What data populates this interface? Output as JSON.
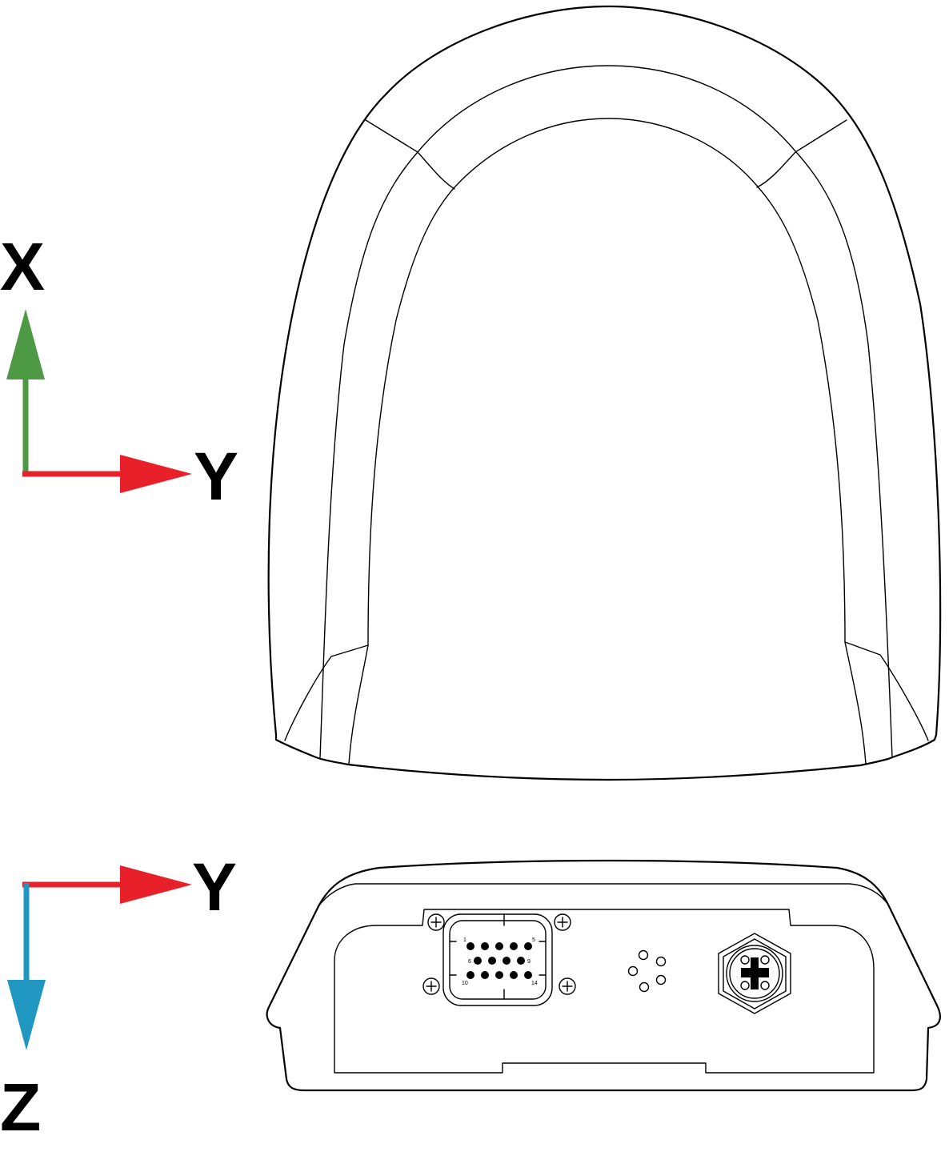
{
  "top_view_axes": {
    "vertical_label": "X",
    "horizontal_label": "Y",
    "vertical_color": "#4e9a44",
    "horizontal_color": "#e8202a"
  },
  "front_view_axes": {
    "horizontal_label": "Y",
    "vertical_label": "Z",
    "horizontal_color": "#e8202a",
    "vertical_color": "#1f97c0"
  },
  "connector_pin_labels": {
    "pin_1": "1",
    "pin_5": "5",
    "pin_6": "6",
    "pin_9": "9",
    "pin_10": "10",
    "pin_14": "14"
  }
}
